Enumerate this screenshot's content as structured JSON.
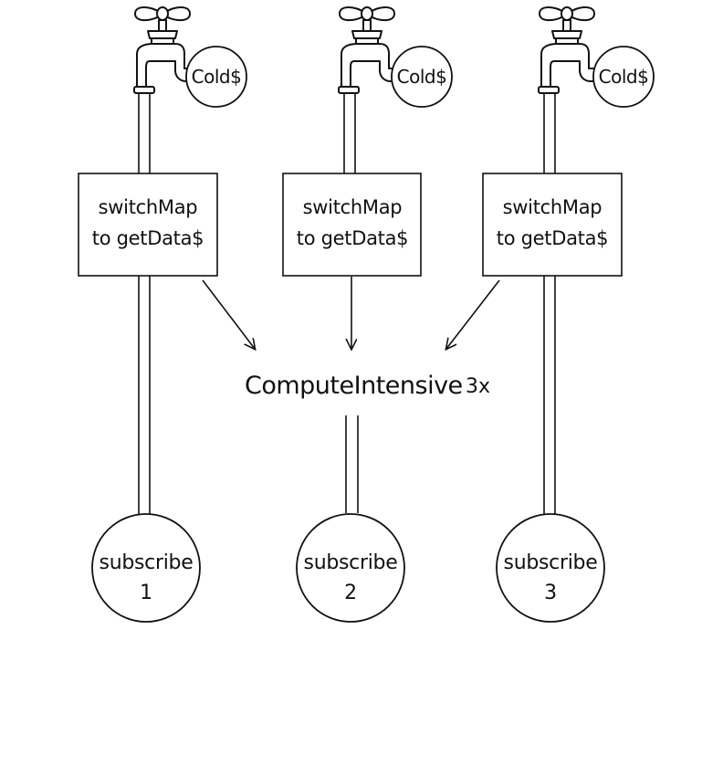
{
  "faucets": [
    {
      "source_label": "Cold$",
      "operator_label_line1": "switchMap",
      "operator_label_line2": "to getData$",
      "subscriber_label": "subscribe",
      "subscriber_number": "1"
    },
    {
      "source_label": "Cold$",
      "operator_label_line1": "switchMap",
      "operator_label_line2": "to getData$",
      "subscriber_label": "subscribe",
      "subscriber_number": "2"
    },
    {
      "source_label": "Cold$",
      "operator_label_line1": "switchMap",
      "operator_label_line2": "to getData$",
      "subscriber_label": "subscribe",
      "subscriber_number": "3"
    }
  ],
  "compute": {
    "label": "ComputeIntensive",
    "multiplier": "3x"
  },
  "colors": {
    "stroke": "#111111",
    "background": "#ffffff"
  },
  "icons": {
    "faucet": "water-tap-icon"
  }
}
